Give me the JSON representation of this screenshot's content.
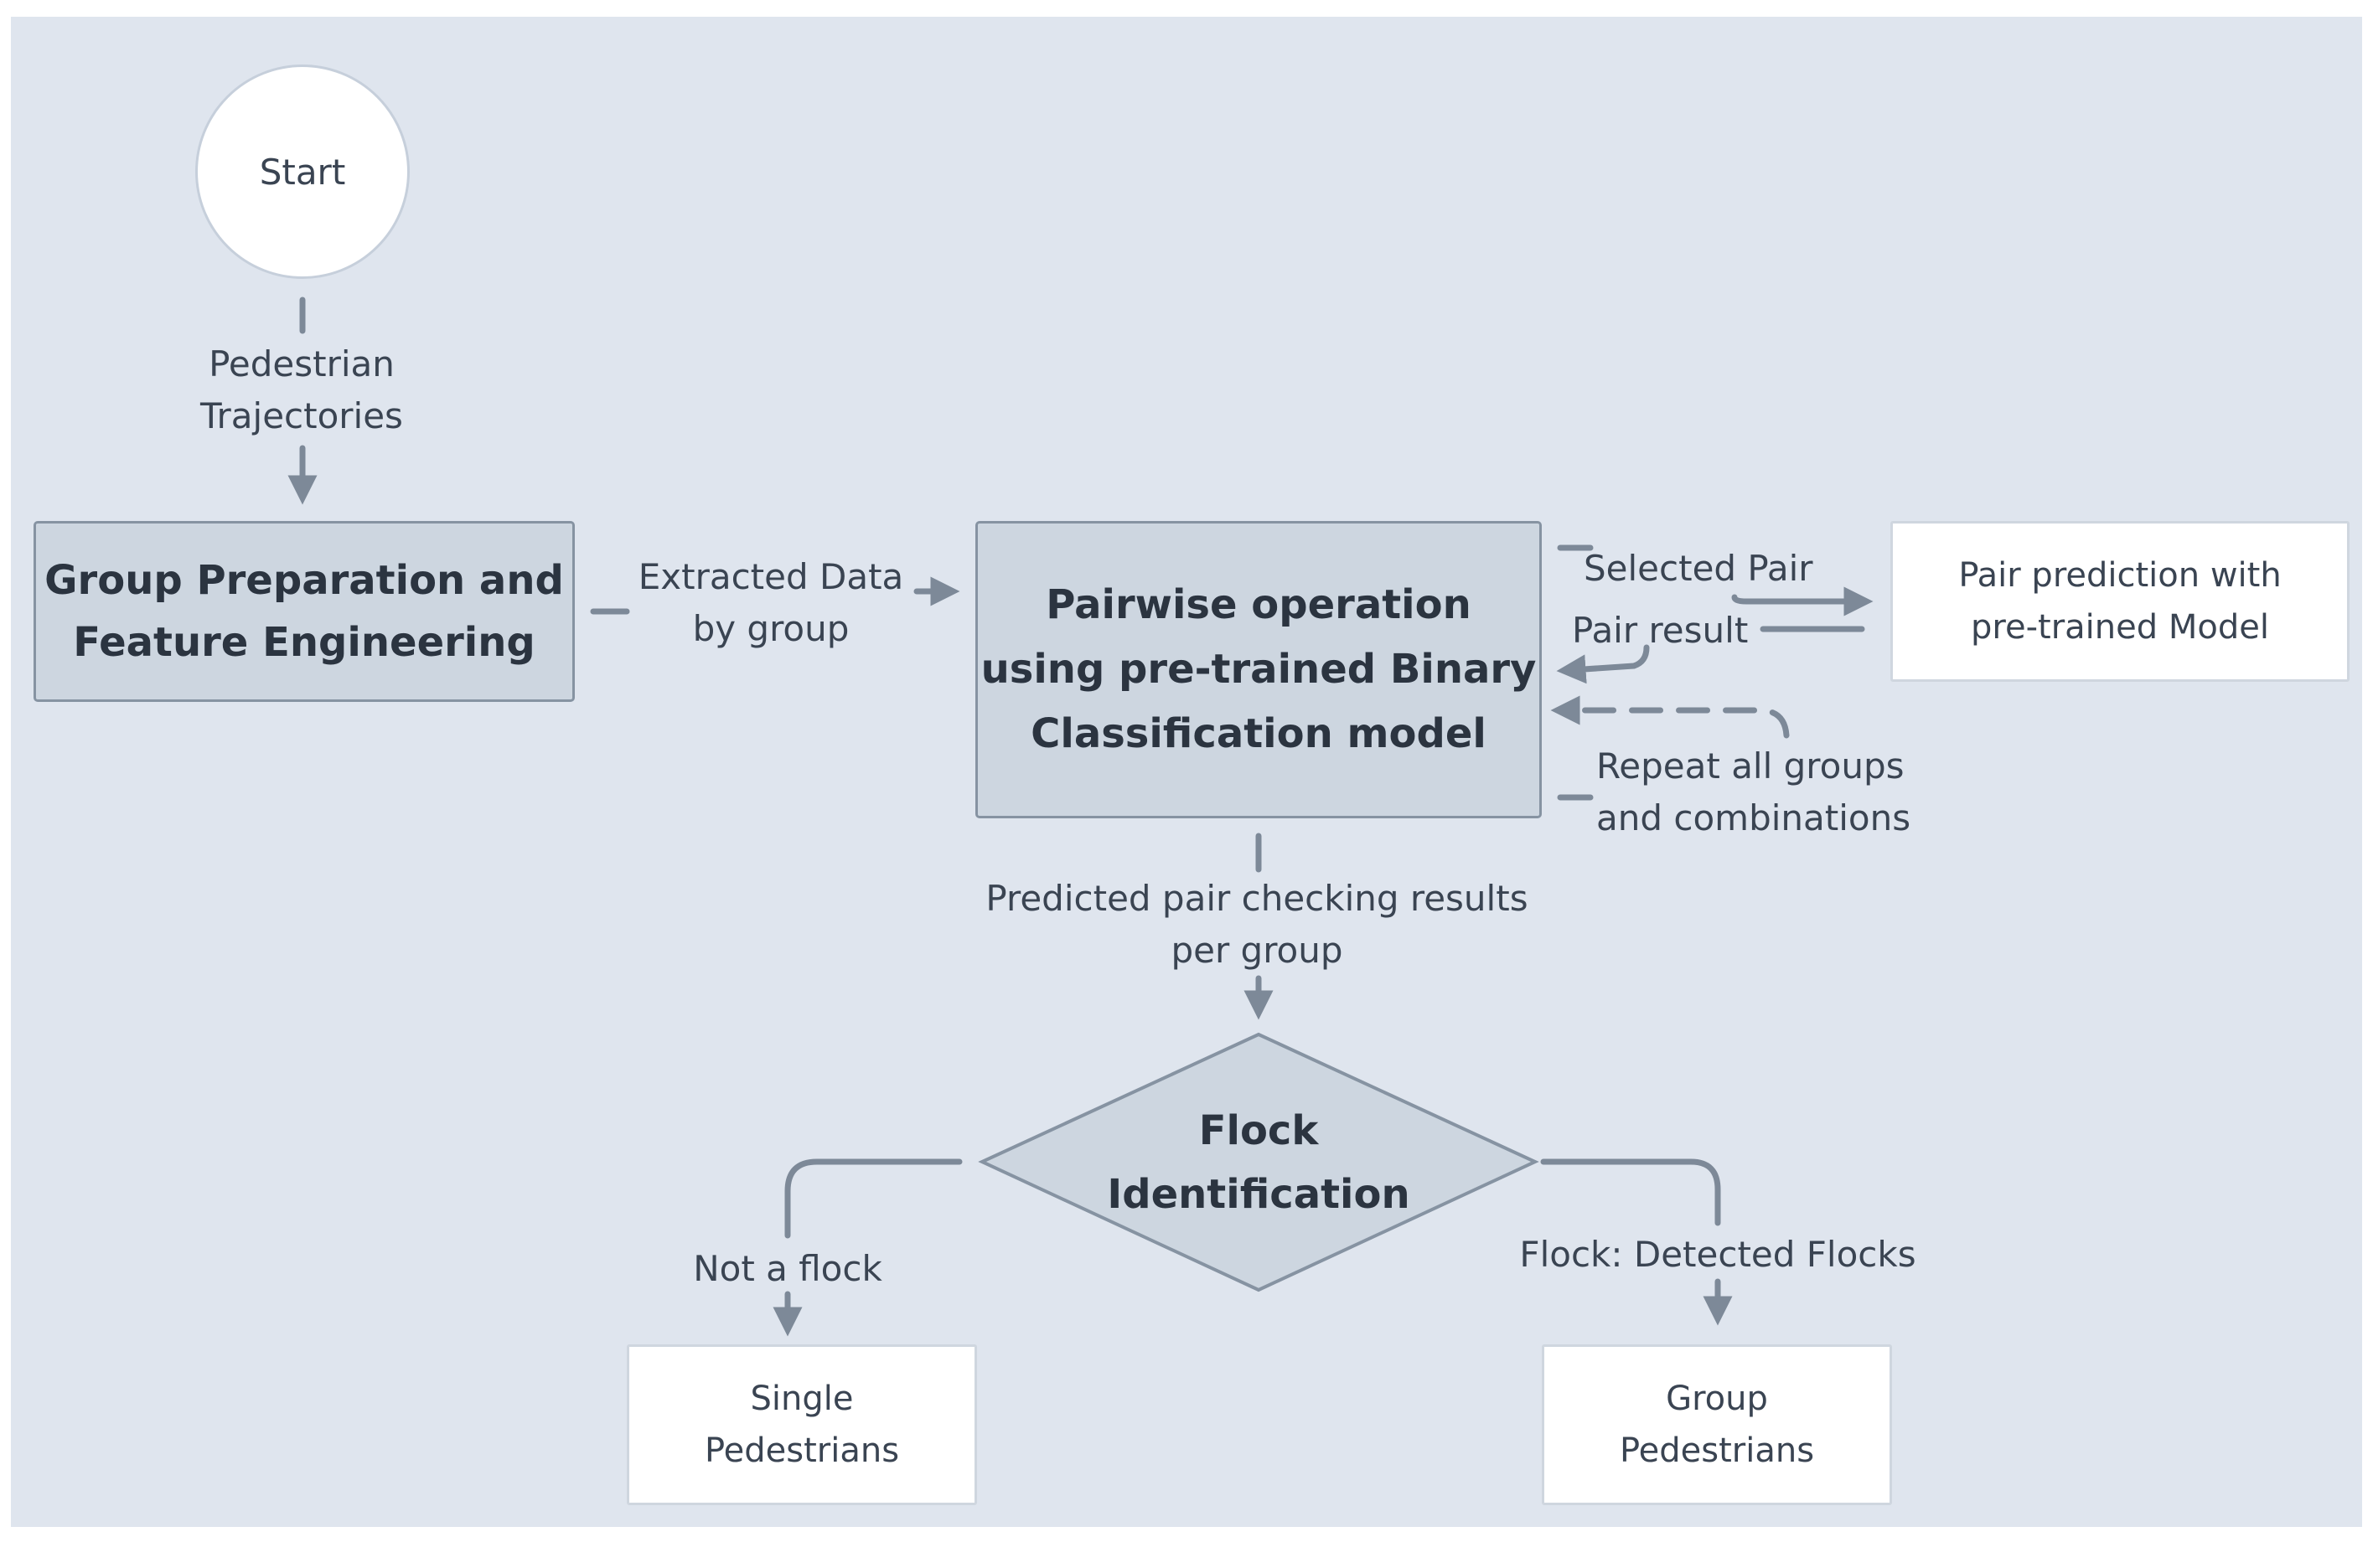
{
  "nodes": {
    "start": "Start",
    "group_prep": "Group Preparation and\nFeature Engineering",
    "pairwise": "Pairwise operation\nusing pre-trained Binary\nClassification model",
    "pair_prediction": "Pair prediction with\npre-trained Model",
    "flock_identification": "Flock\nIdentification",
    "single_pedestrians": "Single\nPedestrians",
    "group_pedestrians": "Group\nPedestrians"
  },
  "edges": {
    "pedestrian_trajectories": "Pedestrian\nTrajectories",
    "extracted_data": "Extracted  Data\nby group",
    "selected_pair": "Selected Pair",
    "pair_result": "Pair result",
    "repeat": "Repeat all groups\nand combinations",
    "predicted_results": "Predicted pair checking results\nper group",
    "not_a_flock": "Not a flock",
    "flock_detected": "Flock: Detected Flocks"
  },
  "colors": {
    "background": "#dfe5ee",
    "box_fill": "#cdd6e0",
    "box_border": "#8693a2",
    "connector": "#7d8998",
    "white_box": "#ffffff"
  }
}
